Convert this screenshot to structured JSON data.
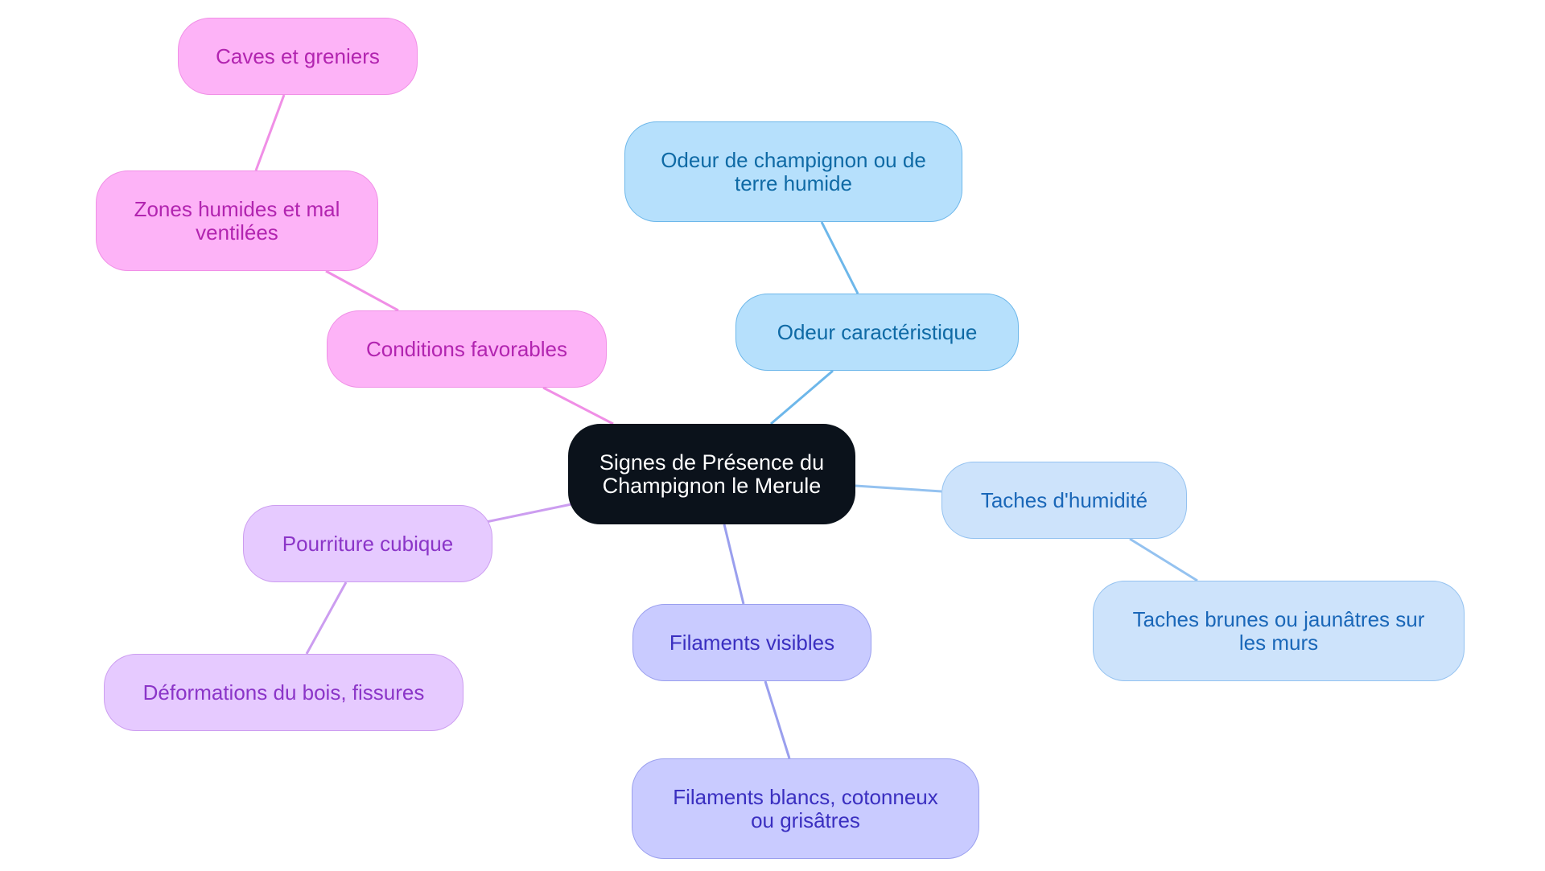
{
  "diagram": {
    "root": {
      "line1": "Signes de Présence du",
      "line2": "Champignon le Merule"
    },
    "branches": {
      "odeur": {
        "label": "Odeur caractéristique",
        "detail_line1": "Odeur de champignon ou de",
        "detail_line2": "terre humide"
      },
      "taches": {
        "label": "Taches d'humidité",
        "detail_line1": "Taches brunes ou jaunâtres sur",
        "detail_line2": "les murs"
      },
      "filaments": {
        "label": "Filaments visibles",
        "detail_line1": "Filaments blancs, cotonneux",
        "detail_line2": "ou grisâtres"
      },
      "pourriture": {
        "label": "Pourriture cubique",
        "detail": "Déformations du bois, fissures"
      },
      "conditions": {
        "label": "Conditions favorables",
        "detail_line1": "Zones humides et mal",
        "detail_line2": "ventilées",
        "subdetail": "Caves et greniers"
      }
    },
    "colors": {
      "root": "#0b121b",
      "odeur": "#b6e0fc",
      "taches": "#cde3fb",
      "filaments": "#c9cbff",
      "pourriture": "#e6caff",
      "conditions": "#fdb3f7"
    }
  }
}
